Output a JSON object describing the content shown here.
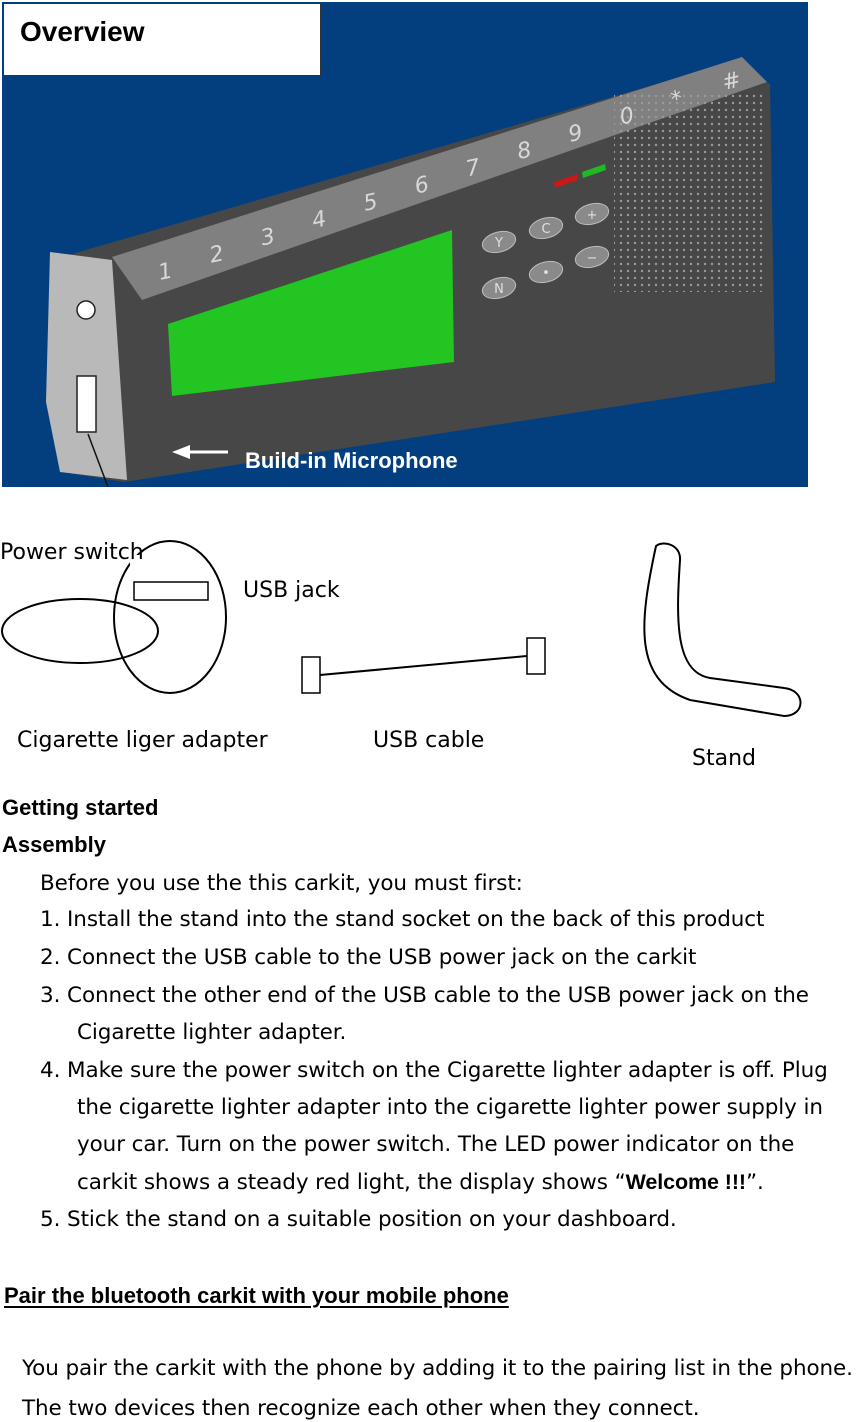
{
  "overview": {
    "title": "Overview",
    "mic_label": "Build-in Microphone",
    "keys": [
      "1",
      "2",
      "3",
      "4",
      "5",
      "6",
      "7",
      "8",
      "9",
      "0",
      "*",
      "#"
    ],
    "buttons": [
      "Y",
      "C",
      "+",
      "N",
      "•",
      "−"
    ],
    "colors": {
      "panel": "#033f7e",
      "display": "#22c522",
      "led_red": "#c81818",
      "led_green": "#22b822"
    }
  },
  "accessories": {
    "power_switch": "Power switch",
    "usb_jack": "USB jack",
    "adapter": "Cigarette liger adapter",
    "usb_cable": "USB cable",
    "stand": "Stand"
  },
  "getting_started": {
    "title": "Getting started",
    "assembly_title": "Assembly",
    "intro": "Before you use the this carkit, you must first:",
    "step1": "1. Install the stand into the stand socket on the back of this product",
    "step2": "2. Connect the USB cable to the USB power jack on the carkit",
    "step3_a": "3. Connect the other end of the USB cable to the USB power jack on the",
    "step3_b": "Cigarette lighter adapter.",
    "step4_a": "4. Make sure the power switch on the Cigarette lighter adapter is off. Plug",
    "step4_b": "the cigarette lighter adapter into the cigarette lighter power supply in",
    "step4_c": "your car. Turn on the power switch. The LED power indicator on the",
    "step4_d_pre": "carkit shows a steady red light, the display shows “",
    "step4_d_bold": "Welcome !!!",
    "step4_d_post": "”.",
    "step5": "5. Stick the stand on a suitable position on your dashboard."
  },
  "pairing": {
    "title": "Pair the bluetooth carkit with your mobile phone",
    "line1": "You pair the carkit with the phone by adding it to the pairing list in the phone.",
    "line2": "The two devices then recognize each other when they connect."
  }
}
